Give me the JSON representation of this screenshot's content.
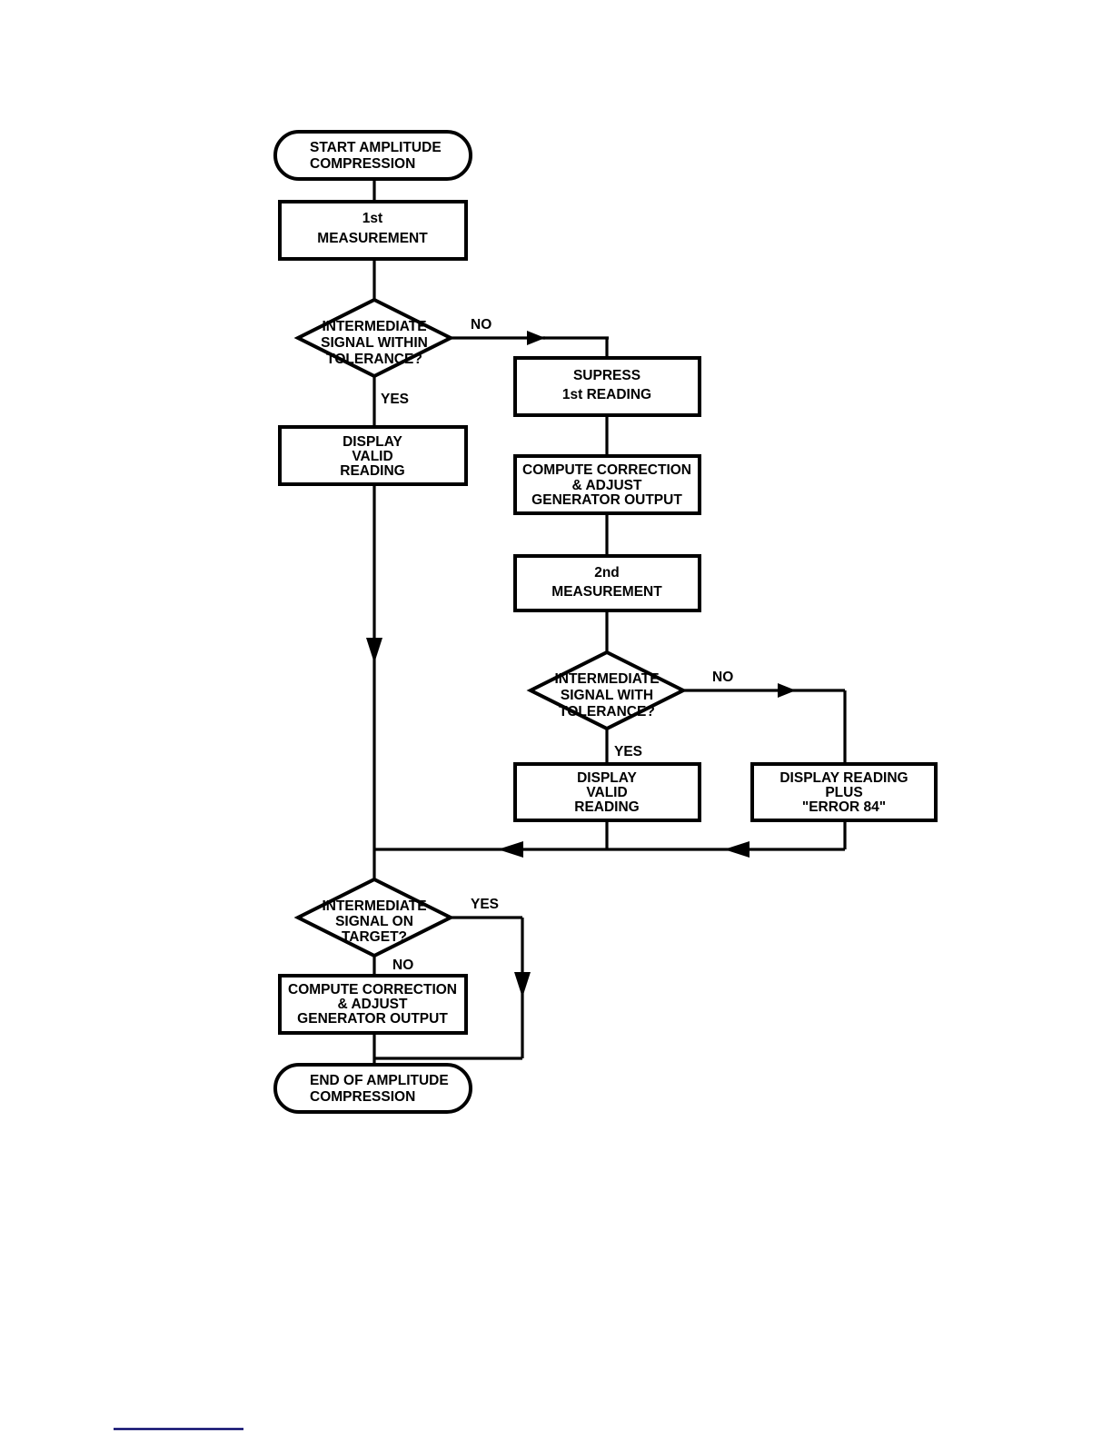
{
  "diagram": {
    "title": "Amplitude Compression Flowchart",
    "colors": {
      "stroke": "#000000",
      "fill": "#ffffff",
      "background": "#ffffff",
      "footer_rule": "#101070"
    },
    "nodes": {
      "start": {
        "type": "terminator",
        "lines": [
          "START AMPLITUDE",
          "COMPRESSION"
        ]
      },
      "first_measurement": {
        "type": "process",
        "lines": [
          "1st",
          "MEASUREMENT"
        ]
      },
      "decision_1": {
        "type": "decision",
        "lines": [
          "INTERMEDIATE",
          "SIGNAL WITHIN",
          "TOLERANCE?"
        ]
      },
      "display_valid_1": {
        "type": "process",
        "lines": [
          "DISPLAY",
          "VALID",
          "READING"
        ]
      },
      "supress_first_reading": {
        "type": "process",
        "lines": [
          "SUPRESS",
          "1st READING"
        ]
      },
      "compute_correction_1": {
        "type": "process",
        "lines": [
          "COMPUTE CORRECTION",
          "& ADJUST",
          "GENERATOR OUTPUT"
        ]
      },
      "second_measurement": {
        "type": "process",
        "lines": [
          "2nd",
          "MEASUREMENT"
        ]
      },
      "decision_2": {
        "type": "decision",
        "lines": [
          "INTERMEDIATE",
          "SIGNAL WITH",
          "TOLERANCE?"
        ]
      },
      "display_valid_2": {
        "type": "process",
        "lines": [
          "DISPLAY",
          "VALID",
          "READING"
        ]
      },
      "display_error": {
        "type": "process",
        "lines": [
          "DISPLAY READING",
          "PLUS",
          "\"ERROR 84\""
        ]
      },
      "decision_3": {
        "type": "decision",
        "lines": [
          "INTERMEDIATE",
          "SIGNAL ON",
          "TARGET?"
        ]
      },
      "compute_correction_2": {
        "type": "process",
        "lines": [
          "COMPUTE CORRECTION",
          "& ADJUST",
          "GENERATOR OUTPUT"
        ]
      },
      "end": {
        "type": "terminator",
        "lines": [
          "END OF AMPLITUDE",
          "COMPRESSION"
        ]
      }
    },
    "edge_labels": {
      "d1_no": "NO",
      "d1_yes": "YES",
      "d2_no": "NO",
      "d2_yes": "YES",
      "d3_yes": "YES",
      "d3_no": "NO"
    }
  }
}
